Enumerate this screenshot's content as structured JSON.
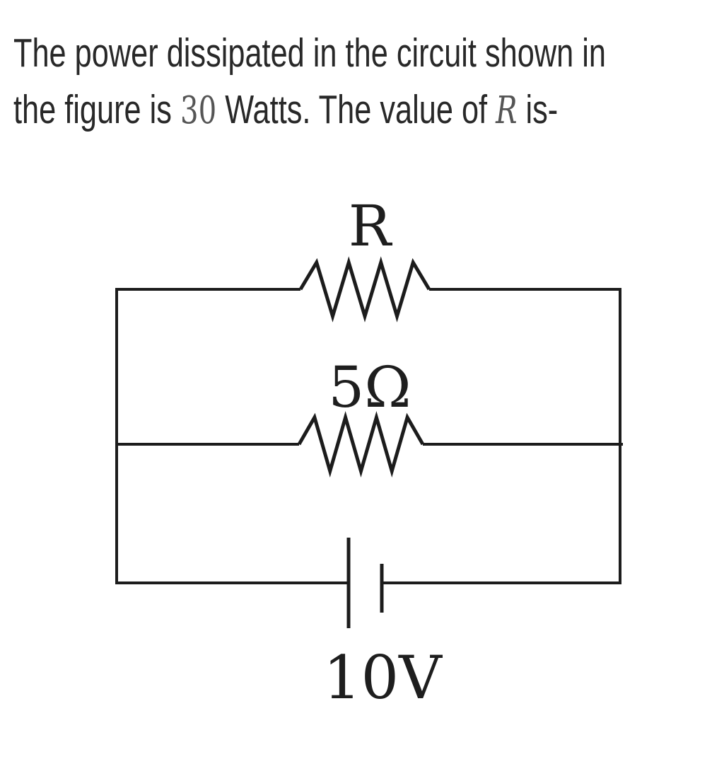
{
  "question": {
    "line1": "The power dissipated in the circuit shown in",
    "line2": {
      "prefix": "the figure is ",
      "power_value": "30",
      "mid": " Watts. The value of ",
      "symbol": "R",
      "suffix": " is-"
    }
  },
  "circuit": {
    "components": [
      {
        "type": "resistor",
        "label": "R",
        "branch": "top"
      },
      {
        "type": "resistor",
        "label": "5Ω",
        "branch": "middle"
      },
      {
        "type": "battery",
        "label": "10V",
        "branch": "bottom"
      }
    ]
  },
  "colors": {
    "background": "#ffffff",
    "question_text": "#282828",
    "math_text": "#555555",
    "wire": "#1c1c1c",
    "label_text": "#1e1e1e"
  }
}
